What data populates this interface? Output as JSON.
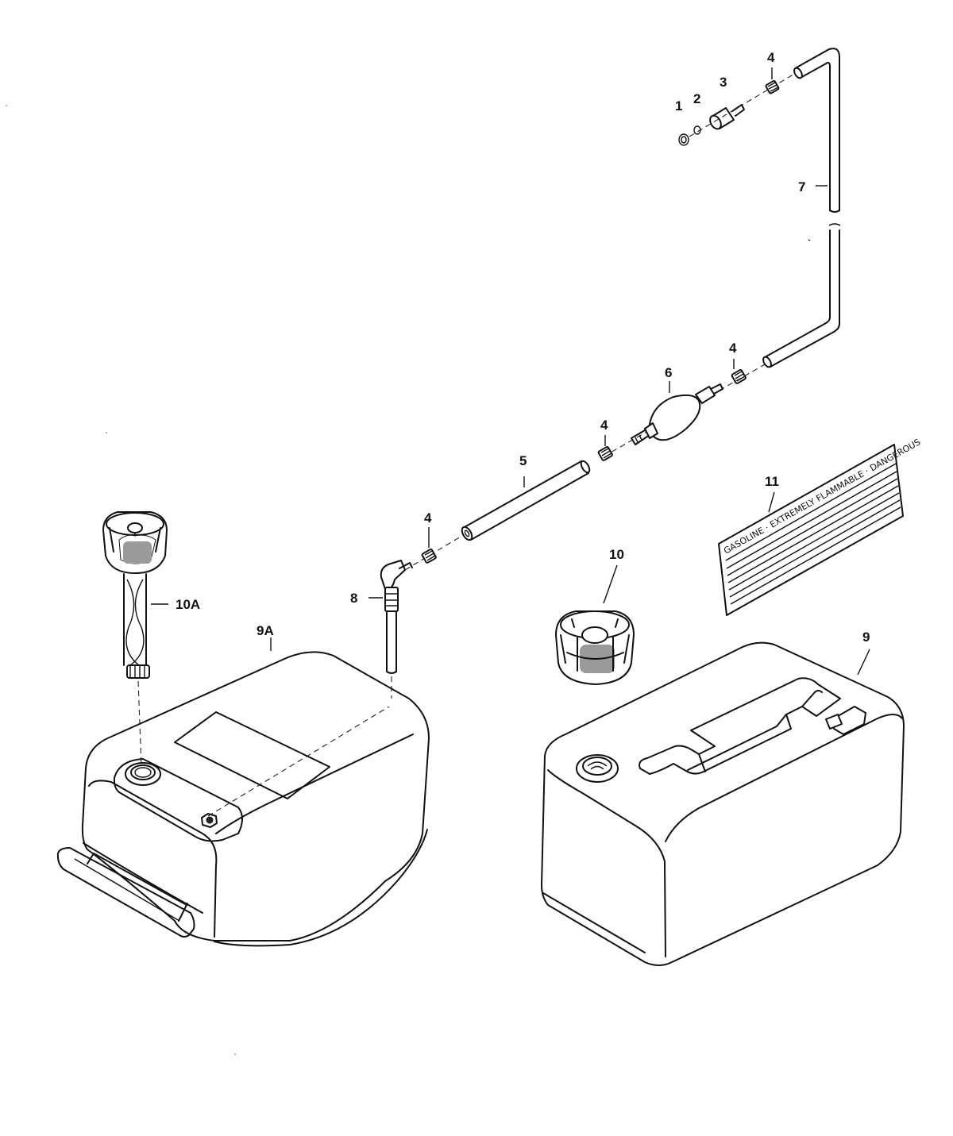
{
  "callouts": {
    "c1": "1",
    "c2": "2",
    "c3": "3",
    "c4a": "4",
    "c4b": "4",
    "c4c": "4",
    "c4d": "4",
    "c5": "5",
    "c6": "6",
    "c7": "7",
    "c8": "8",
    "c9": "9",
    "c9a": "9A",
    "c10": "10",
    "c10a": "10A",
    "c11": "11"
  },
  "decal": {
    "text": "GASOLINE · EXTREMELY FLAMMABLE · DANGEROUS"
  }
}
